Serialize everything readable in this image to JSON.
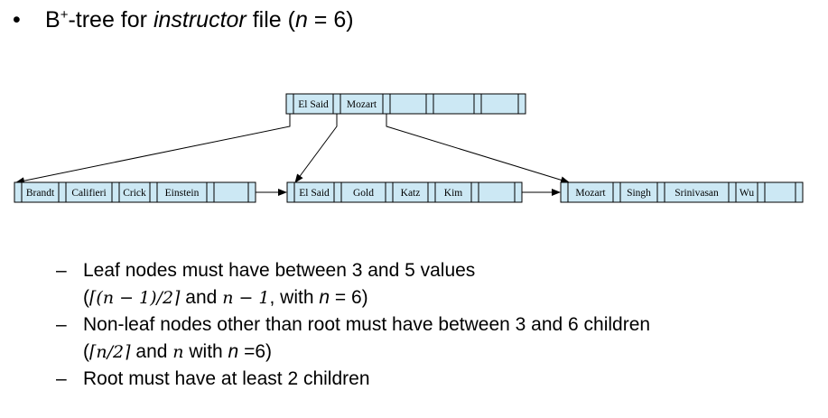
{
  "title": {
    "bullet": "•",
    "prefix": "B",
    "sup": "+",
    "middle": "-tree for ",
    "italic": "instructor",
    "suffix": " file (",
    "n": "n",
    "eq": " = 6)"
  },
  "tree": {
    "root": {
      "keys": [
        "El Said",
        "Mozart",
        "",
        "",
        ""
      ]
    },
    "leaves": [
      {
        "keys": [
          "Brandt",
          "Califieri",
          "Crick",
          "Einstein",
          ""
        ]
      },
      {
        "keys": [
          "El Said",
          "Gold",
          "Katz",
          "Kim",
          ""
        ]
      },
      {
        "keys": [
          "Mozart",
          "Singh",
          "Srinivasan",
          "Wu",
          ""
        ]
      }
    ]
  },
  "points": {
    "p1": {
      "dash": "–",
      "line1": "Leaf nodes must have between 3 and 5 values",
      "l2_open": "(",
      "l2_math1": "⌈(n − 1)/2⌉",
      "l2_and": " and ",
      "l2_math2": "n − 1",
      "l2_with": ", with ",
      "l2_n": "n",
      "l2_end": " = 6)"
    },
    "p2": {
      "dash": "–",
      "line1": "Non-leaf nodes other than root must have between 3 and 6 children",
      "l2_open": "(",
      "l2_math1": "⌈n/2⌉",
      "l2_and": " and ",
      "l2_math2": "n",
      "l2_with": " with ",
      "l2_n": "n",
      "l2_end": " =6)"
    },
    "p3": {
      "dash": "–",
      "line1": "Root must have at least 2 children"
    }
  },
  "colors": {
    "node_fill": "#cce8f4",
    "node_stroke": "#000000"
  }
}
